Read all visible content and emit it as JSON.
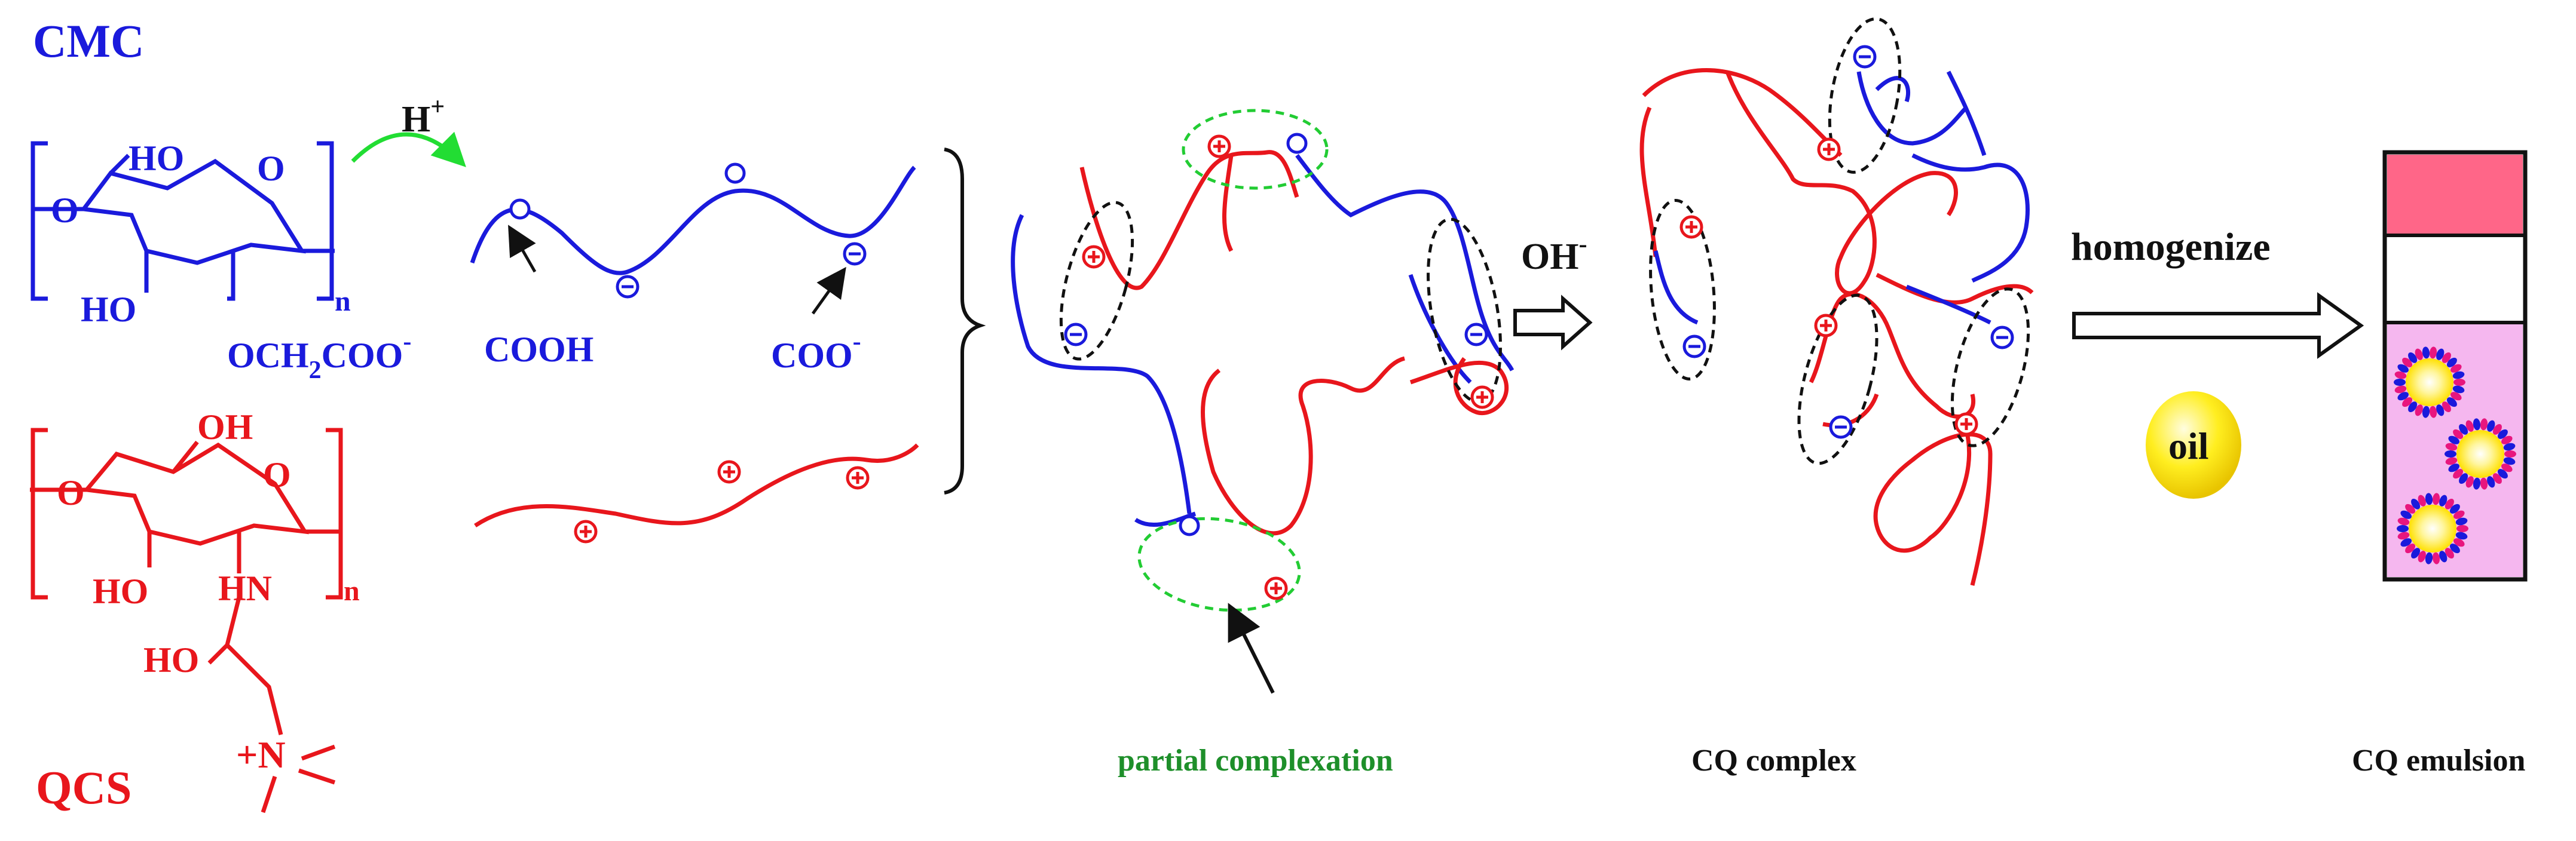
{
  "colors": {
    "cmc": "#1a1adc",
    "qcs": "#e8161c",
    "acid_arrow": "#22dd33",
    "partial": "#22cc33",
    "partial_label": "#1e8f2a",
    "black": "#111111",
    "tube_top": "#ff6688",
    "tube_bottom": "#f5b7ef",
    "droplet_core": "#ffe800",
    "droplet_halo": "#fff9c8"
  },
  "labels": {
    "cmc_title": "CMC",
    "qcs_title": "QCS",
    "acid": "H",
    "acid_sup": "+",
    "cooh": "COOH",
    "coo": "COO",
    "coo_sup": "-",
    "base": "OH",
    "base_sup": "-",
    "homogenize": "homogenize",
    "oil": "oil",
    "partial_complexation": "partial complexation",
    "cq_complex": "CQ complex",
    "cq_emulsion": "CQ emulsion"
  },
  "cmc_structure": {
    "ho1": "HO",
    "o_ring": "O",
    "ho2": "HO",
    "o_link": "O",
    "sub": "n",
    "substituent": "OCH",
    "substituent_sub": "2",
    "substituent_rest": "COO",
    "substituent_sup": "-"
  },
  "qcs_structure": {
    "oh": "OH",
    "o_ring": "O",
    "ho1": "HO",
    "hn": "HN",
    "ho2": "HO",
    "o_link": "O",
    "sub": "n",
    "ammonium": "+N"
  },
  "icons": [
    "positive-charge-icon",
    "negative-charge-icon",
    "oil-droplet-icon",
    "open-arrow-icon"
  ]
}
